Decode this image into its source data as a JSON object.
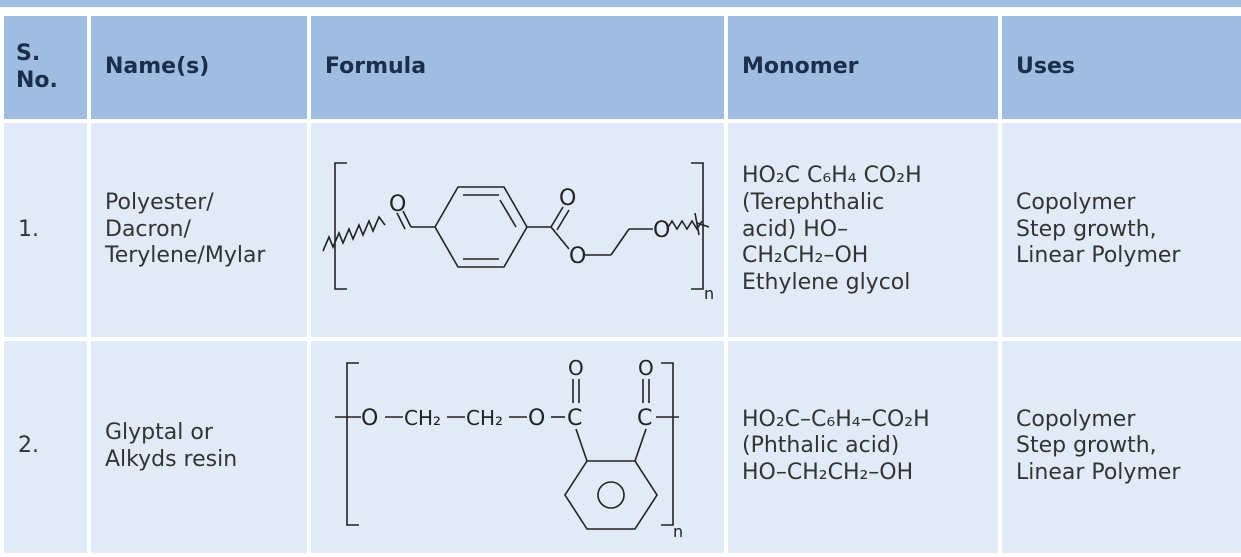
{
  "table": {
    "headers": [
      "S. No.",
      "Name(s)",
      "Formula",
      "Monomer",
      "Uses"
    ],
    "rows": [
      {
        "sno": "1.",
        "name_lines": [
          "Polyester/",
          "Dacron/",
          "Terylene/Mylar"
        ],
        "formula_labels": {
          "o1": "O",
          "o2": "O",
          "o3": "O",
          "o4": "O",
          "n": "n"
        },
        "monomer_lines": [
          "HO₂C C₆H₄ CO₂H",
          "(Terephthalic",
          "acid) HO–",
          "CH₂CH₂–OH",
          "Ethylene glycol"
        ],
        "uses_lines": [
          "Copolymer",
          "Step growth,",
          "Linear Polymer"
        ]
      },
      {
        "sno": "2.",
        "name_lines": [
          "Glyptal or",
          "Alkyds resin"
        ],
        "formula_labels": {
          "o1": "O",
          "ch2a": "CH₂",
          "ch2b": "CH₂",
          "o2": "O",
          "c1": "C",
          "oc1": "O",
          "c2": "C",
          "oc2": "O",
          "n": "n"
        },
        "monomer_lines": [
          "HO₂C–C₆H₄–CO₂H",
          "(Phthalic acid)",
          "HO–CH₂CH₂–OH"
        ],
        "uses_lines": [
          "Copolymer",
          "Step growth,",
          "Linear Polymer"
        ]
      }
    ]
  }
}
